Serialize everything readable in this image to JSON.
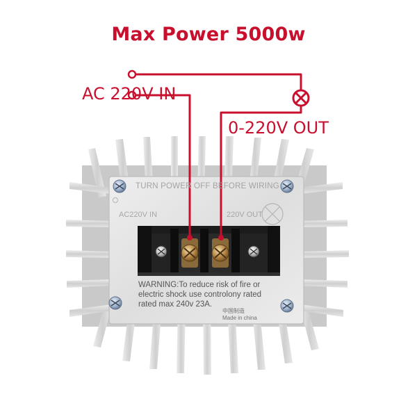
{
  "title": "Max Power 5000w",
  "labels": {
    "input": "AC 220V IN",
    "output": "0-220V OUT"
  },
  "plate": {
    "top_text": "TURN POWER OFF BEFORE WIRING",
    "input_marking": "AC220V IN",
    "output_marking": "220V OUT",
    "warning_lines": [
      "WARNING:To reduce risk of fire or",
      "electric shock use controlony rated",
      "rated max 240v 23A."
    ],
    "origin_cn": "中国制造",
    "origin_en": "Made in china"
  },
  "colors": {
    "wire_red": "#c8102e",
    "heatsink": "#d9d9d9",
    "plate": "#e6e6e6",
    "terminal_block": "#1a1a1a",
    "screw": "#a07a3e"
  },
  "icons": [
    "lamp-load-icon",
    "mounting-screw-icon",
    "terminal-screw-icon"
  ]
}
